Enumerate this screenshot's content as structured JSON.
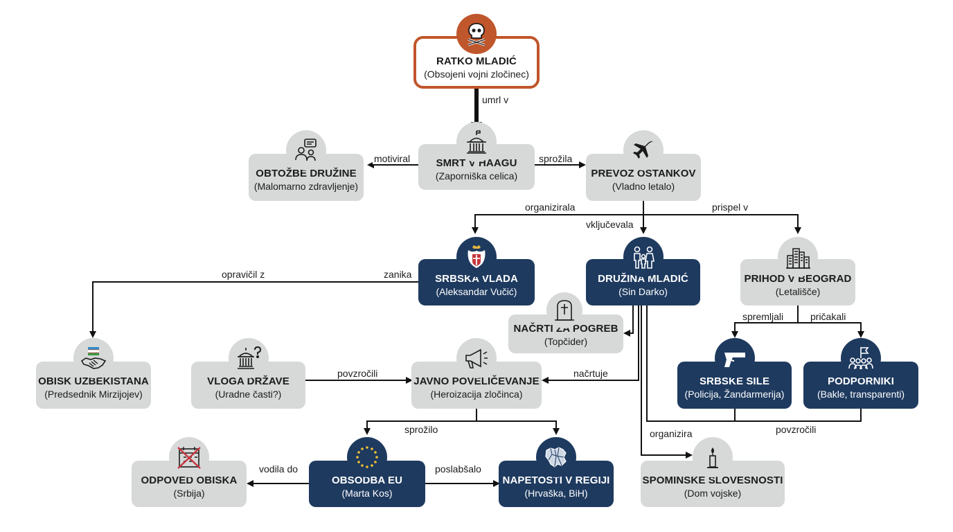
{
  "nodes": {
    "mladic": {
      "title": "RATKO MLADIĆ",
      "sub": "(Obsojeni vojni zločinec)"
    },
    "smrt": {
      "title": "SMRT V HAAGU",
      "sub": "(Zaporniška celica)"
    },
    "obtozbe": {
      "title": "OBTOŽBE DRUŽINE",
      "sub": "(Malomarno zdravljenje)"
    },
    "prevoz": {
      "title": "PREVOZ OSTANKOV",
      "sub": "(Vladno letalo)"
    },
    "vlada": {
      "title": "SRBSKA VLADA",
      "sub": "(Aleksandar Vučić)"
    },
    "druzina": {
      "title": "DRUŽINA MLADIĆ",
      "sub": "(Sin Darko)"
    },
    "prihod": {
      "title": "PRIHOD V BEOGRAD",
      "sub": "(Letališče)"
    },
    "nacrti": {
      "title": "NAČRTI ZA POGREB",
      "sub": "(Topčider)"
    },
    "uzbek": {
      "title": "OBISK UZBEKISTANA",
      "sub": "(Predsednik Mirzijojev)"
    },
    "vloga": {
      "title": "VLOGA DRŽAVE",
      "sub": "(Uradne časti?)"
    },
    "javno": {
      "title": "JAVNO POVELIČEVANJE",
      "sub": "(Heroizacija zločinca)"
    },
    "sile": {
      "title": "SRBSKE SILE",
      "sub": "(Policija, Žandarmerija)"
    },
    "podporniki": {
      "title": "PODPORNIKI",
      "sub": "(Bakle, transparenti)"
    },
    "odpoved": {
      "title": "ODPOVED OBISKA",
      "sub": "(Srbija)"
    },
    "eu": {
      "title": "OBSODBA EU",
      "sub": "(Marta Kos)"
    },
    "napetosti": {
      "title": "NAPETOSTI V REGIJI",
      "sub": "(Hrvaška, BiH)"
    },
    "spominske": {
      "title": "SPOMINSKE SLOVESNOSTI",
      "sub": "(Dom vojske)"
    }
  },
  "edges": {
    "umrl_v": "umrl v",
    "motiviral": "motiviral",
    "sprozila": "sprožila",
    "organizirala": "organizirala",
    "vkljucevala": "vključevala",
    "prispel_v": "prispel v",
    "opravicil_z": "opravičil z",
    "zanika": "zanika",
    "spremljali": "spremljali",
    "pricakali": "pričakali",
    "povzrocili_1": "povzročili",
    "nacrtuje": "načrtuje",
    "sprozilo": "sprožilo",
    "organizira": "organizira",
    "povzrocili_2": "povzročili",
    "vodila_do": "vodila do",
    "poslabsalo": "poslabšalo"
  },
  "icons": {
    "mladic": "skull-crossbones-icon",
    "smrt": "courthouse-icon",
    "obtozbe": "people-speech-icon",
    "prevoz": "airplane-icon",
    "vlada": "serbian-coat-of-arms-icon",
    "druzina": "family-icon",
    "prihod": "city-skyline-icon",
    "nacrti": "gravestone-icon",
    "uzbek": "handshake-flag-icon",
    "vloga": "government-question-icon",
    "javno": "megaphone-icon",
    "sile": "pistol-icon",
    "podporniki": "crowd-flag-icon",
    "odpoved": "cancelled-calendar-icon",
    "eu": "eu-flag-icon",
    "napetosti": "balkan-map-icon",
    "spominske": "candle-icon"
  },
  "colors": {
    "navy": "#1e3a5f",
    "grey": "#d7d8d8",
    "orange": "#c0562b"
  }
}
